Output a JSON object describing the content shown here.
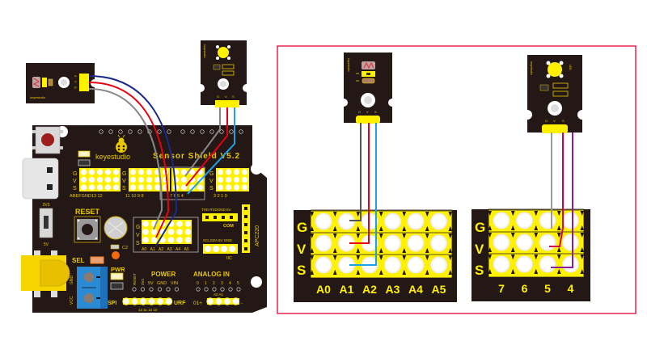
{
  "diagram": {
    "title": "Light sensor and LED module wiring to keyestudio Sensor Shield V5.2",
    "colors": {
      "board": "#231815",
      "pin_yellow": "#fff100",
      "pin_hole": "#ffffff",
      "frame_red": "#e60033",
      "wire_gray": "#888888",
      "wire_red": "#e60012",
      "wire_blue": "#1a2a8c",
      "wire_cyan": "#1ea0e6",
      "wire_magenta": "#d6004f",
      "wire_purple": "#8a1e96",
      "terminal_blue": "#2a8ad4",
      "power_jack": "#f5d400"
    },
    "shield": {
      "brand": "keyestudio",
      "model": "Sensor Shield V5.2",
      "row_labels": [
        "G",
        "V",
        "S"
      ],
      "digital_group1_label": "AREFGND13 12",
      "digital_group2_label": "11 10  9   8",
      "digital_group3_label": "7   6   5   4",
      "digital_group4_label": "3   2   1   0",
      "analog_labels": [
        "A0",
        "A1",
        "A2",
        "A3",
        "A4",
        "A5"
      ],
      "reset_label": "RESET",
      "switch_top": "3V3",
      "switch_bottom": "5V",
      "c2_label": "C2",
      "sel_label": "SEL",
      "pwr_label": "PWR",
      "gnd_label": "GND",
      "vcc_label": "VCC",
      "com_pins_label": "TXD RXDGND 5V",
      "com_label": "COM",
      "iic_pins_label": "SCLSDA 5V GND",
      "iic_label": "IIC",
      "apc_label": "APC220",
      "power_label": "POWER",
      "power_pins": [
        "RESET",
        "3V3",
        "5V",
        "GND",
        "VIN"
      ],
      "analog_in_label": "ANALOG IN",
      "analog_in_pins": [
        "0",
        "1",
        "2",
        "3",
        "4",
        "5"
      ],
      "analog_a0a1": "A0 A1",
      "spi_label": "SPI",
      "spi_pins": "13 11 12 10",
      "urf_label": "URF",
      "urf_01": "01+",
      "urf_minus": "-"
    },
    "light_sensor_module": {
      "brand": "keyestudio",
      "pins": [
        "G",
        "V",
        "S"
      ]
    },
    "led_module": {
      "brand": "keyestudio",
      "led_label": "LED",
      "pins": [
        "G",
        "V",
        "S"
      ]
    },
    "detail_analog": {
      "row_labels": [
        "G",
        "V",
        "S"
      ],
      "columns": [
        "A0",
        "A1",
        "A2",
        "A3",
        "A4",
        "A5"
      ],
      "connection": "A1"
    },
    "detail_digital": {
      "row_labels": [
        "G",
        "V",
        "S"
      ],
      "columns": [
        "7",
        "6",
        "5",
        "4"
      ],
      "connection": "5"
    }
  }
}
